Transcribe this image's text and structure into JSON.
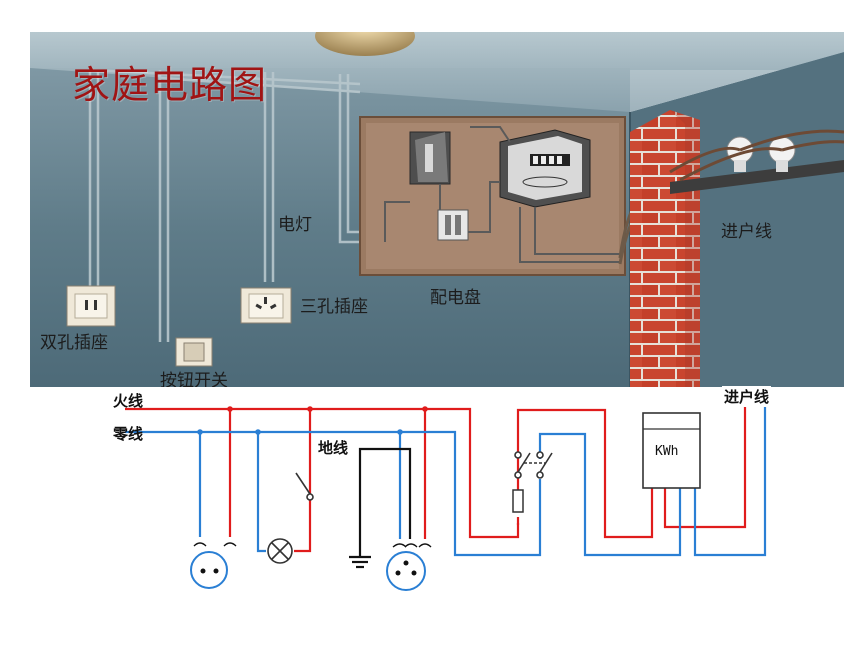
{
  "illustration": {
    "title": "家庭电路图",
    "labels": {
      "lamp": "电灯",
      "distribution_board": "配电盘",
      "incoming_line": "进户线",
      "three_hole_socket": "三孔插座",
      "two_hole_socket": "双孔插座",
      "push_switch": "按钮开关"
    }
  },
  "schematic": {
    "labels": {
      "live_wire": "火线",
      "neutral_wire": "零线",
      "ground_wire": "地线",
      "incoming_line": "进户线",
      "meter": "KWh"
    },
    "colors": {
      "live": "#e01c1c",
      "neutral": "#2a7fd4",
      "ground": "#111111"
    }
  }
}
